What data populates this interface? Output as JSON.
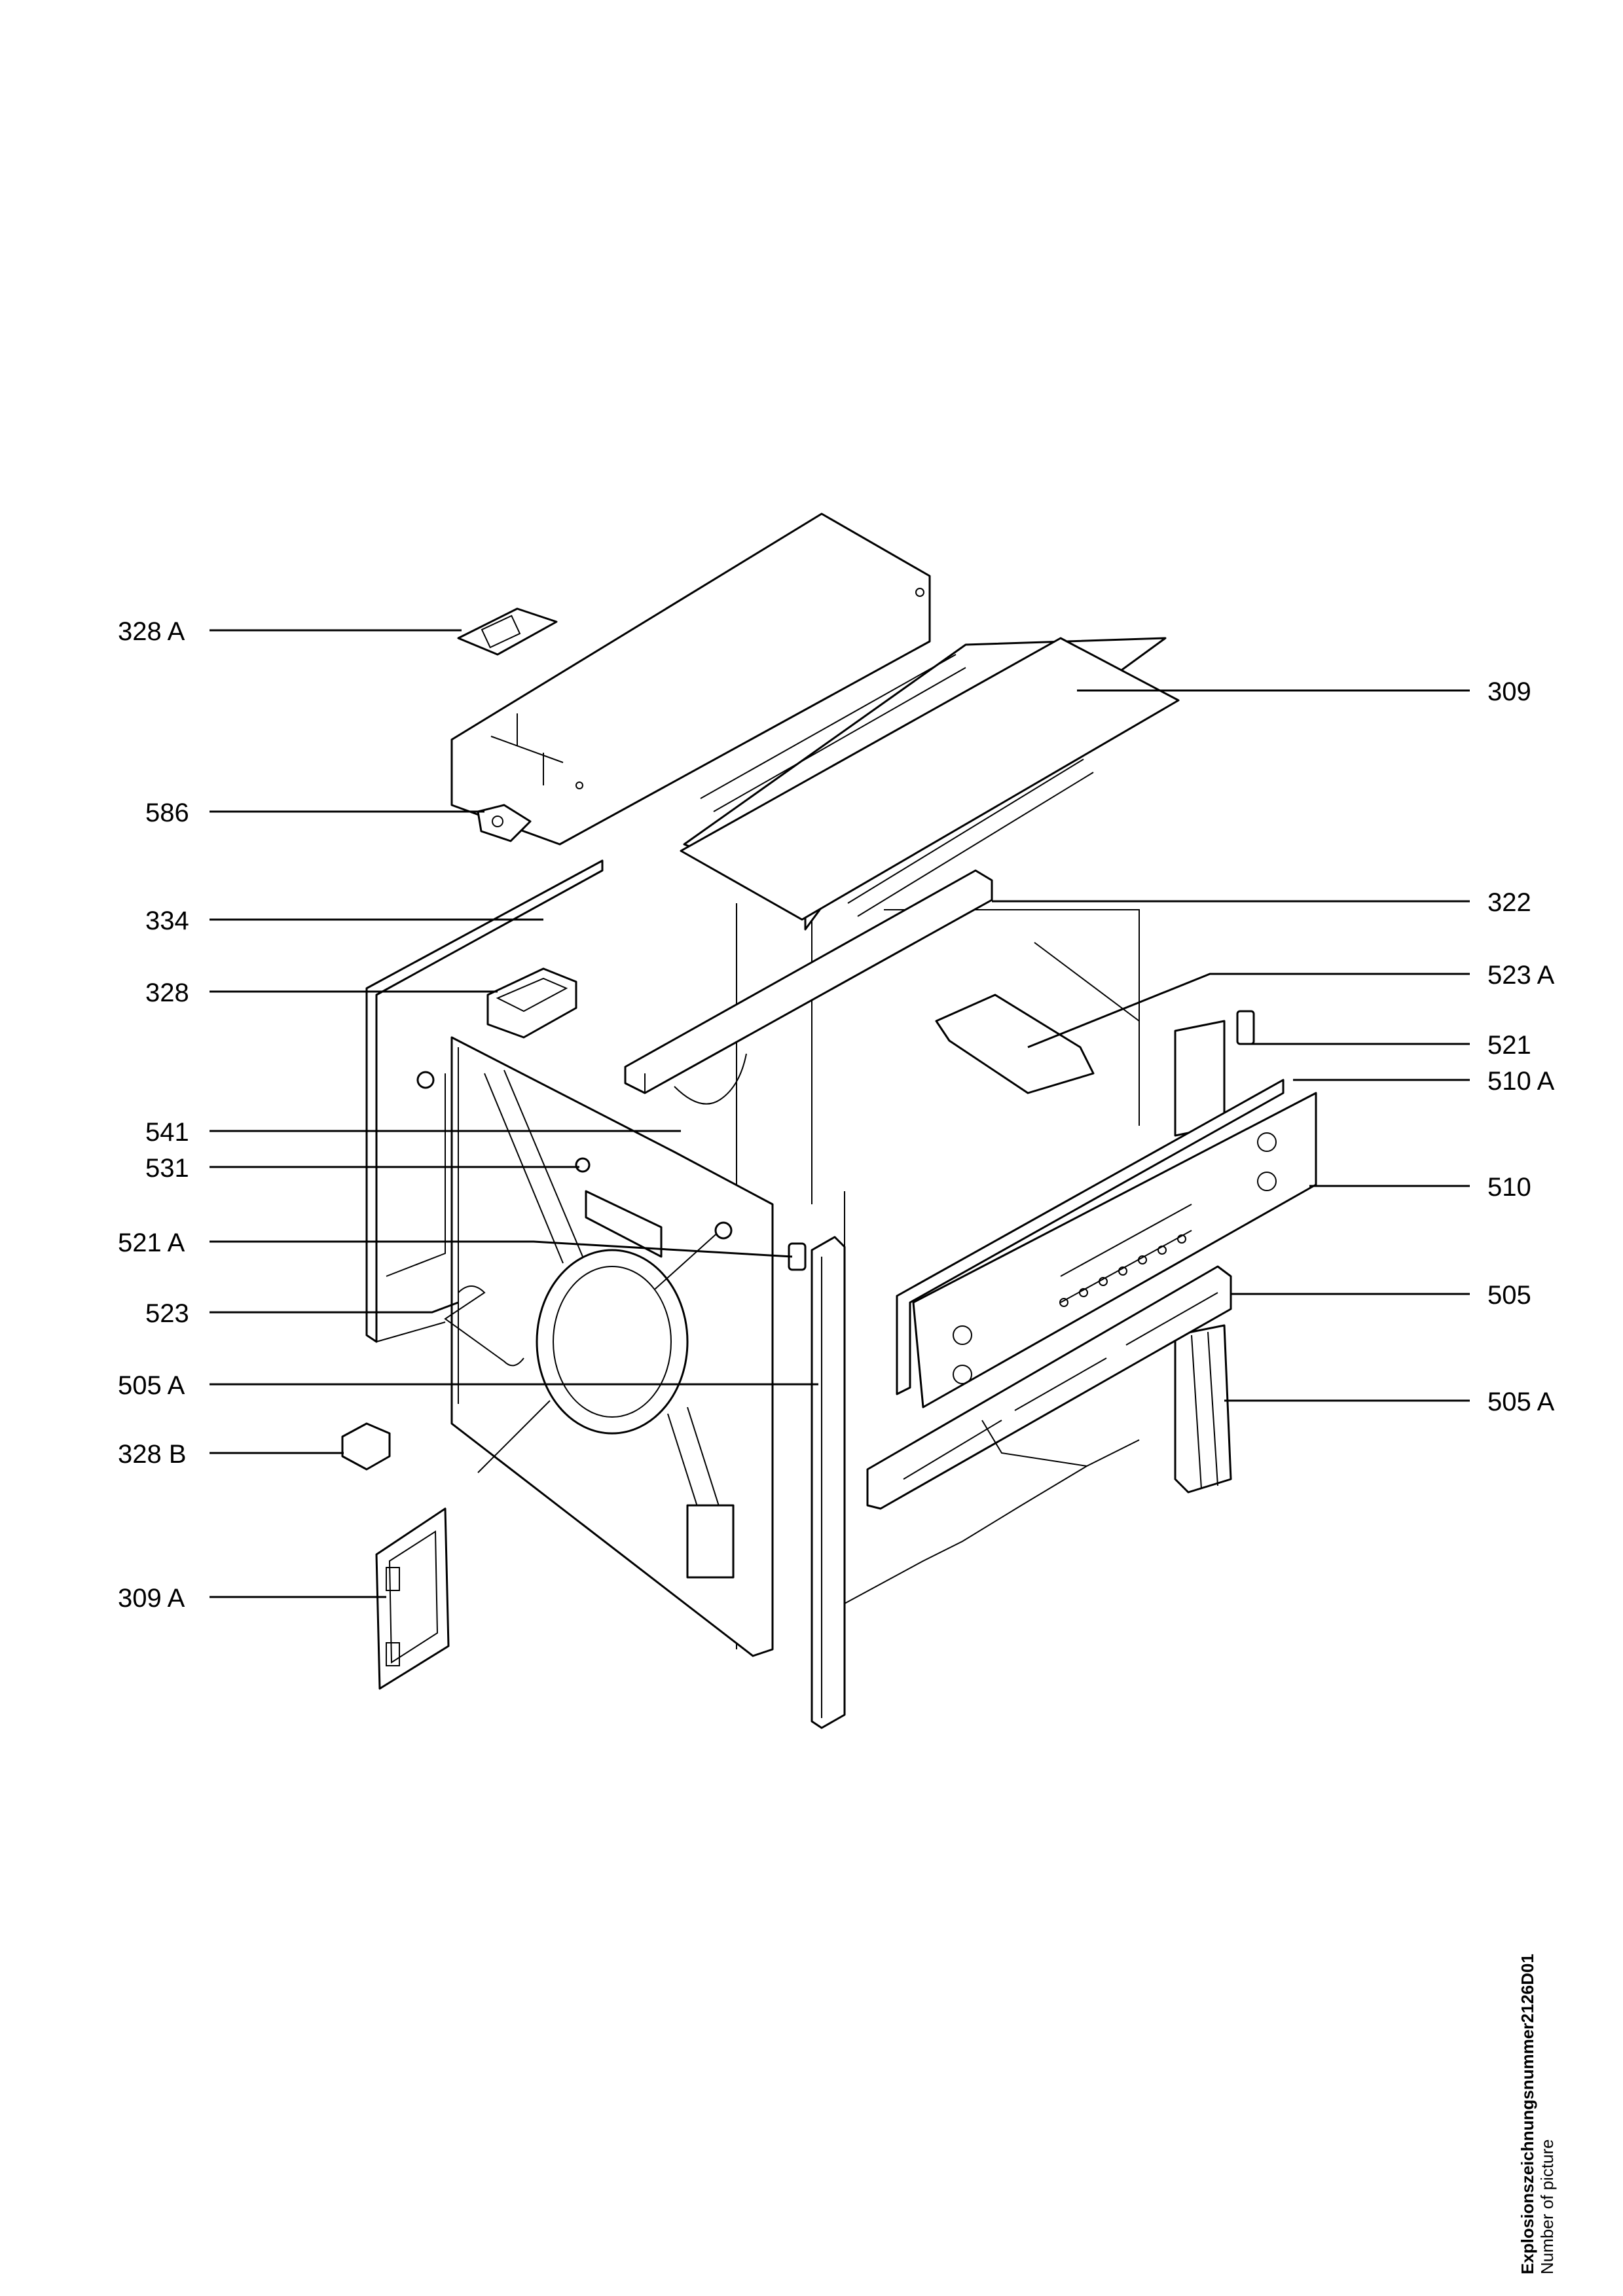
{
  "labels": {
    "l328a": "328 A",
    "l309": "309",
    "l586": "586",
    "l322": "322",
    "l334": "334",
    "l523a": "523 A",
    "l328": "328",
    "l521": "521",
    "l510a": "510 A",
    "l541": "541",
    "l531": "531",
    "l510": "510",
    "l521a": "521 A",
    "l505": "505",
    "l523": "523",
    "l505a_left": "505 A",
    "l505a_right": "505 A",
    "l328b": "328 B",
    "l309a": "309 A"
  },
  "caption": {
    "line1": "Explosionszeichnungsnummer2126D01",
    "line2": "Number of picture"
  }
}
